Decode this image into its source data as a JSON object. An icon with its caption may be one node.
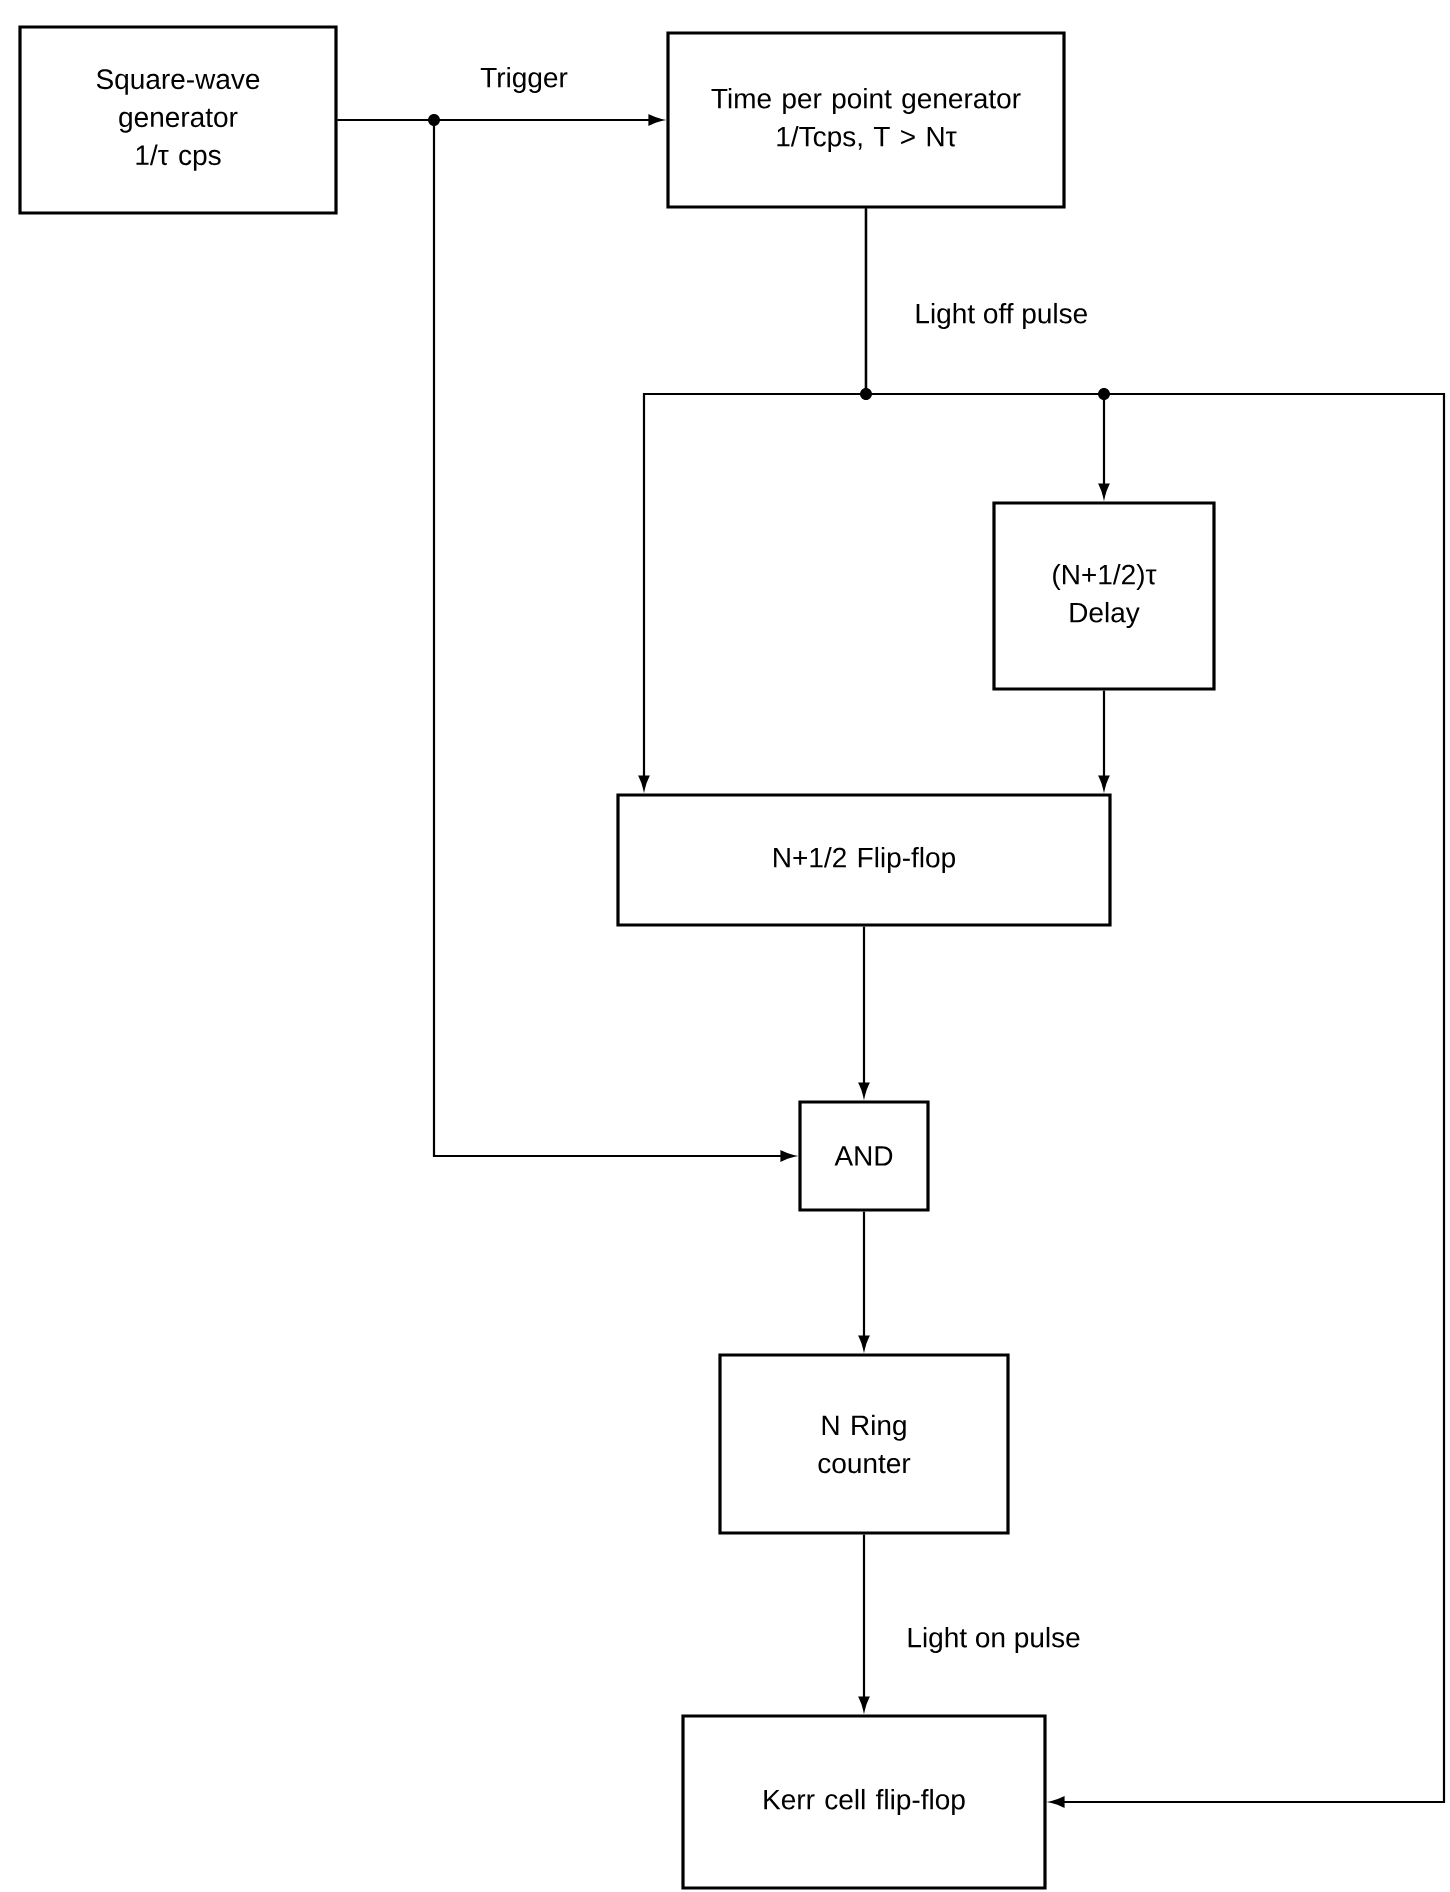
{
  "diagram": {
    "nodes": [
      {
        "text": [
          "Square-wave generator",
          "1/τ cps"
        ]
      },
      {
        "text": [
          "Time per point generator",
          "1/Tcps, T > Nτ"
        ]
      },
      {
        "text": [
          "(N+1/2)τ Delay"
        ]
      },
      {
        "text": [
          "N+1/2 Flip-flop"
        ]
      },
      {
        "text": [
          "AND"
        ]
      },
      {
        "text": [
          "N Ring counter"
        ]
      },
      {
        "text": [
          "Kerr cell flip-flop"
        ]
      }
    ],
    "edges": [
      {
        "from": 0,
        "to": 1,
        "arrow": "to",
        "label": "Trigger"
      },
      {
        "from": 0,
        "to": 4,
        "arrow": "to"
      },
      {
        "from": 1,
        "to": 3,
        "arrow": "to",
        "label": "Light off pulse"
      },
      {
        "from": 1,
        "to": 2,
        "arrow": "to"
      },
      {
        "from": 1,
        "to": 6,
        "arrow": "to"
      },
      {
        "from": 2,
        "to": 3,
        "arrow": "to"
      },
      {
        "from": 3,
        "to": 4,
        "arrow": "to"
      },
      {
        "from": 4,
        "to": 5,
        "arrow": "to"
      },
      {
        "from": 5,
        "to": 6,
        "arrow": "to",
        "label": "Light on pulse"
      }
    ]
  }
}
